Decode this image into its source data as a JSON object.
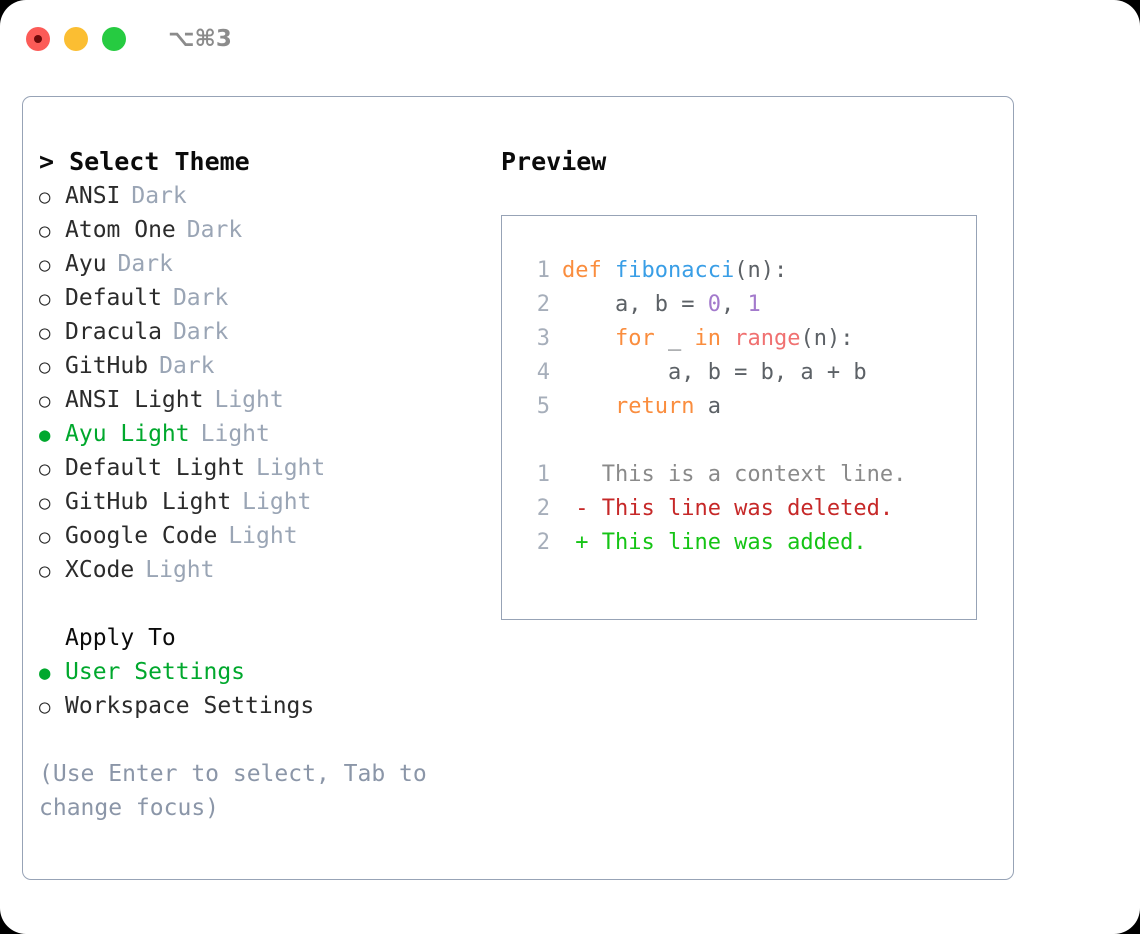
{
  "titlebar": {
    "shortcut": "⌥⌘3",
    "lights": [
      "close",
      "minimize",
      "maximize"
    ]
  },
  "theme_picker": {
    "heading": "> Select Theme",
    "caret": ">",
    "heading_text": "Select Theme",
    "marker_selected": "●",
    "marker_unselected": "○",
    "items": [
      {
        "name": "ANSI",
        "suffix": "Dark",
        "selected": false
      },
      {
        "name": "Atom One",
        "suffix": "Dark",
        "selected": false
      },
      {
        "name": "Ayu",
        "suffix": "Dark",
        "selected": false
      },
      {
        "name": "Default",
        "suffix": "Dark",
        "selected": false
      },
      {
        "name": "Dracula",
        "suffix": "Dark",
        "selected": false
      },
      {
        "name": "GitHub",
        "suffix": "Dark",
        "selected": false
      },
      {
        "name": "ANSI Light",
        "suffix": "Light",
        "selected": false
      },
      {
        "name": "Ayu Light",
        "suffix": "Light",
        "selected": true
      },
      {
        "name": "Default Light",
        "suffix": "Light",
        "selected": false
      },
      {
        "name": "GitHub Light",
        "suffix": "Light",
        "selected": false
      },
      {
        "name": "Google Code",
        "suffix": "Light",
        "selected": false
      },
      {
        "name": "XCode",
        "suffix": "Light",
        "selected": false
      }
    ]
  },
  "apply_to": {
    "heading": "Apply To",
    "items": [
      {
        "name": "User Settings",
        "selected": true
      },
      {
        "name": "Workspace Settings",
        "selected": false
      }
    ]
  },
  "hint": "(Use Enter to select, Tab to change focus)",
  "preview": {
    "title": "Preview",
    "code_lines": [
      {
        "number": "1",
        "tokens": [
          {
            "text": "def ",
            "kind": "kw"
          },
          {
            "text": "fibonacci",
            "kind": "fn"
          },
          {
            "text": "(n):",
            "kind": "punc"
          }
        ]
      },
      {
        "number": "2",
        "tokens": [
          {
            "text": "    a, b = ",
            "kind": "var"
          },
          {
            "text": "0",
            "kind": "num"
          },
          {
            "text": ", ",
            "kind": "punc"
          },
          {
            "text": "1",
            "kind": "num"
          }
        ]
      },
      {
        "number": "3",
        "tokens": [
          {
            "text": "    ",
            "kind": "var"
          },
          {
            "text": "for",
            "kind": "kw"
          },
          {
            "text": " _ ",
            "kind": "var"
          },
          {
            "text": "in",
            "kind": "kw"
          },
          {
            "text": " ",
            "kind": "var"
          },
          {
            "text": "range",
            "kind": "call"
          },
          {
            "text": "(n):",
            "kind": "punc"
          }
        ]
      },
      {
        "number": "4",
        "tokens": [
          {
            "text": "        a, b = b, a + b",
            "kind": "var"
          }
        ]
      },
      {
        "number": "5",
        "tokens": [
          {
            "text": "    ",
            "kind": "var"
          },
          {
            "text": "return",
            "kind": "kw"
          },
          {
            "text": " a",
            "kind": "var"
          }
        ]
      }
    ],
    "diff_lines": [
      {
        "number": "1",
        "marker": " ",
        "text": "This is a context line.",
        "kind": "ctx"
      },
      {
        "number": "2",
        "marker": "-",
        "text": "This line was deleted.",
        "kind": "del"
      },
      {
        "number": "2",
        "marker": "+",
        "text": "This line was added.",
        "kind": "add"
      }
    ]
  },
  "colors": {
    "accent_green": "#00a82d",
    "border": "#97a3b6",
    "muted": "#9aa5b5",
    "keyword": "#fa8d3e",
    "function": "#399ee6",
    "number": "#a37acc",
    "call": "#f07171",
    "diff_add": "#15c415",
    "diff_del": "#c62828",
    "light_red": "#fc5b57",
    "light_yellow": "#fbbe32",
    "light_green": "#26cb41"
  }
}
